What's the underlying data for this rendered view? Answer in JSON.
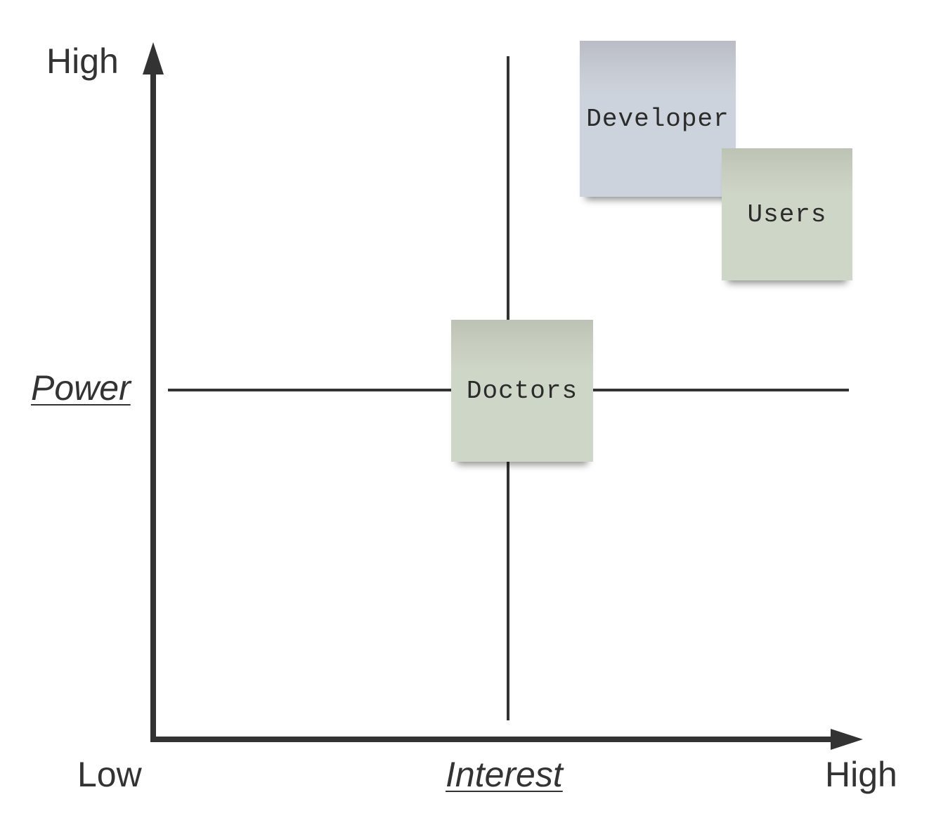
{
  "diagram": {
    "y_axis": {
      "title": "Power",
      "high_label": "High"
    },
    "x_axis": {
      "title": "Interest",
      "low_label": "Low",
      "high_label": "High"
    },
    "stakeholders": [
      {
        "id": "developer",
        "label": "Developer",
        "color": "#cdd3dc"
      },
      {
        "id": "users",
        "label": "Users",
        "color": "#ced6c8"
      },
      {
        "id": "doctors",
        "label": "Doctors",
        "color": "#ced6c8"
      }
    ],
    "colors": {
      "axis": "#333333",
      "quadrant_lines": "#333333",
      "note_green": "#ced6c8",
      "note_blue": "#cdd3dc"
    }
  }
}
